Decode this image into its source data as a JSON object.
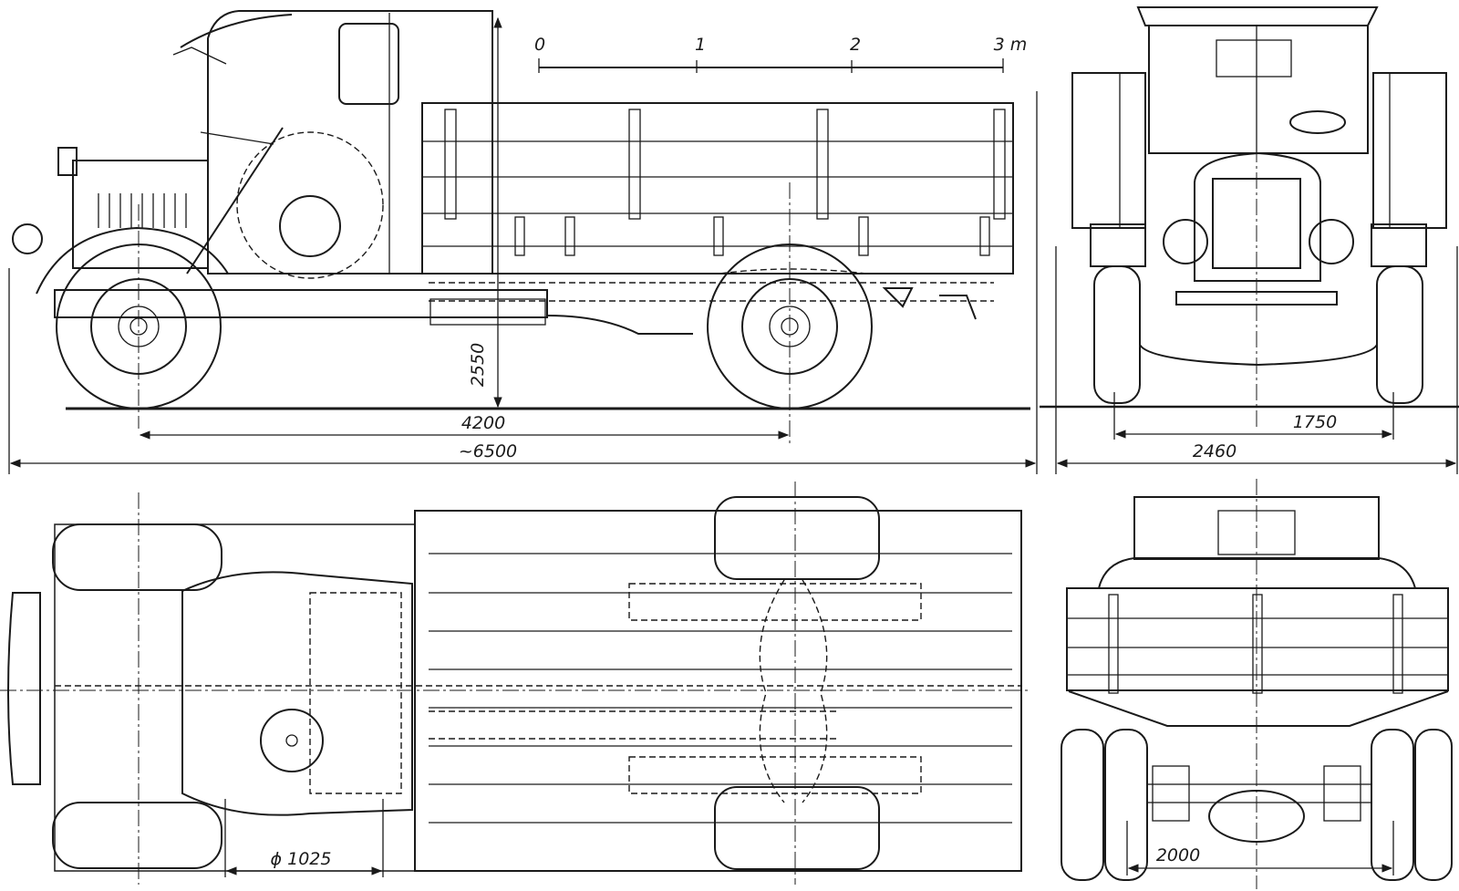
{
  "scale_bar": {
    "ticks": [
      "0",
      "1",
      "2",
      "3 m"
    ]
  },
  "dimensions": {
    "height": "2550",
    "wheelbase": "4200",
    "overall_length": "~6500",
    "overall_width": "2460",
    "front_track": "1750",
    "rear_track": "2000",
    "wheel_diameter": "ϕ 1025"
  },
  "views": {
    "side": "side-view",
    "front": "front-view",
    "top": "top-view",
    "rear": "rear-view"
  }
}
